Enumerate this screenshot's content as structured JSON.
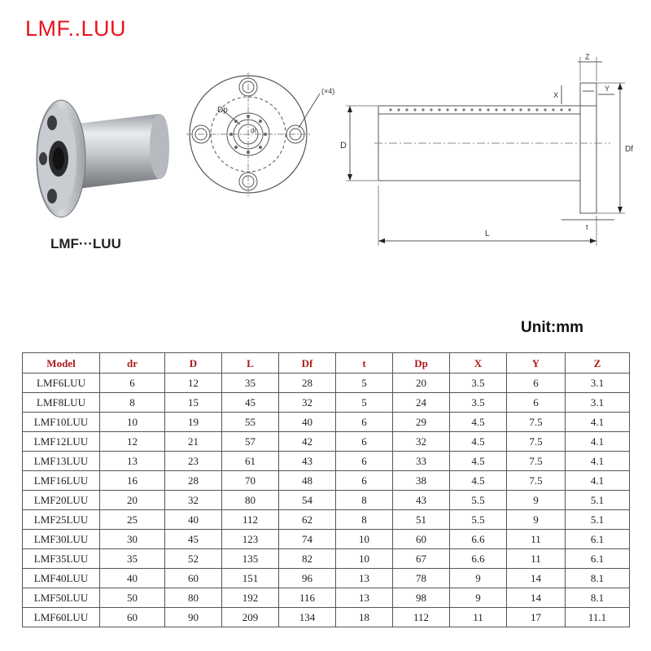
{
  "title": "LMF..LUU",
  "product_caption": "LMF···LUU",
  "drawing_labels": {
    "dp": "Dp",
    "dr": "dr",
    "holes": "(×4)",
    "D": "D",
    "Df": "Df",
    "L": "L",
    "t": "t",
    "Z": "Z",
    "X": "X",
    "Y": "Y"
  },
  "unit": "Unit:mm",
  "table": {
    "headers": [
      "Model",
      "dr",
      "D",
      "L",
      "Df",
      "t",
      "Dp",
      "X",
      "Y",
      "Z"
    ],
    "rows": [
      [
        "LMF6LUU",
        "6",
        "12",
        "35",
        "28",
        "5",
        "20",
        "3.5",
        "6",
        "3.1"
      ],
      [
        "LMF8LUU",
        "8",
        "15",
        "45",
        "32",
        "5",
        "24",
        "3.5",
        "6",
        "3.1"
      ],
      [
        "LMF10LUU",
        "10",
        "19",
        "55",
        "40",
        "6",
        "29",
        "4.5",
        "7.5",
        "4.1"
      ],
      [
        "LMF12LUU",
        "12",
        "21",
        "57",
        "42",
        "6",
        "32",
        "4.5",
        "7.5",
        "4.1"
      ],
      [
        "LMF13LUU",
        "13",
        "23",
        "61",
        "43",
        "6",
        "33",
        "4.5",
        "7.5",
        "4.1"
      ],
      [
        "LMF16LUU",
        "16",
        "28",
        "70",
        "48",
        "6",
        "38",
        "4.5",
        "7.5",
        "4.1"
      ],
      [
        "LMF20LUU",
        "20",
        "32",
        "80",
        "54",
        "8",
        "43",
        "5.5",
        "9",
        "5.1"
      ],
      [
        "LMF25LUU",
        "25",
        "40",
        "112",
        "62",
        "8",
        "51",
        "5.5",
        "9",
        "5.1"
      ],
      [
        "LMF30LUU",
        "30",
        "45",
        "123",
        "74",
        "10",
        "60",
        "6.6",
        "11",
        "6.1"
      ],
      [
        "LMF35LUU",
        "35",
        "52",
        "135",
        "82",
        "10",
        "67",
        "6.6",
        "11",
        "6.1"
      ],
      [
        "LMF40LUU",
        "40",
        "60",
        "151",
        "96",
        "13",
        "78",
        "9",
        "14",
        "8.1"
      ],
      [
        "LMF50LUU",
        "50",
        "80",
        "192",
        "116",
        "13",
        "98",
        "9",
        "14",
        "8.1"
      ],
      [
        "LMF60LUU",
        "60",
        "90",
        "209",
        "134",
        "18",
        "112",
        "11",
        "17",
        "11.1"
      ]
    ]
  },
  "colors": {
    "title": "#e8141e",
    "header_text": "#b1191a",
    "table_border": "#555555"
  }
}
